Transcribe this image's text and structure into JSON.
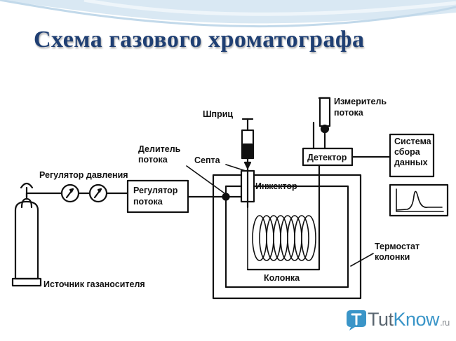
{
  "title": "Схема газового хроматографа",
  "labels": {
    "syringe": "Шприц",
    "flow_meter_line1": "Измеритель",
    "flow_meter_line2": "потока",
    "splitter_line1": "Делитель",
    "splitter_line2": "потока",
    "septum": "Септа",
    "detector": "Детектор",
    "data_system_line1": "Система",
    "data_system_line2": "сбора",
    "data_system_line3": "данных",
    "pressure_regulator": "Регулятор давления",
    "flow_regulator_line1": "Регулятор",
    "flow_regulator_line2": "потока",
    "injector": "Инжектор",
    "thermostat_line1": "Термостат",
    "thermostat_line2": "колонки",
    "column": "Колонка",
    "carrier_gas_source": "Источник газаносителя"
  },
  "brand": {
    "name_part1": "Tut",
    "name_part2": "Know",
    "domain": ".ru"
  },
  "colors": {
    "title": "#1f3f73",
    "brand_accent": "#3a95c8",
    "swoosh": "#dcebf5"
  }
}
